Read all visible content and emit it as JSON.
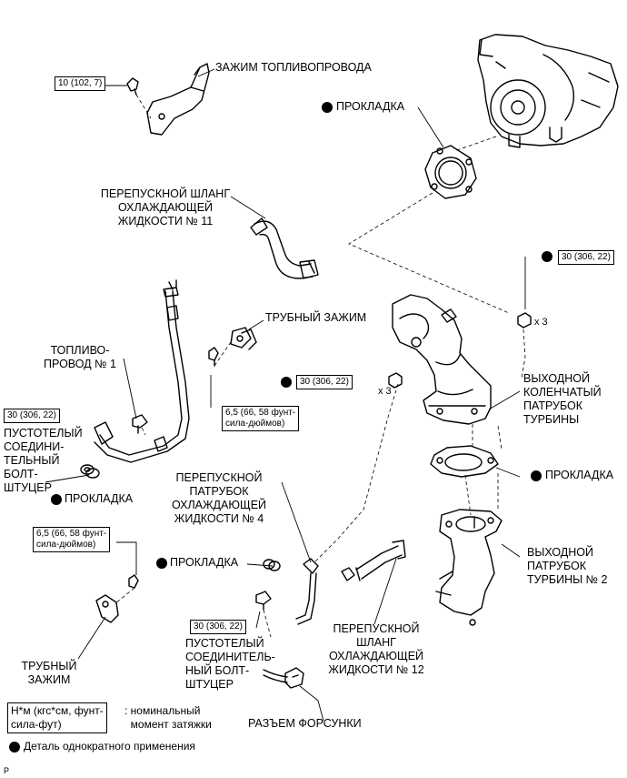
{
  "labels": {
    "fuel_line_clamp": "ЗАЖИМ ТОПЛИВОПРОВОДА",
    "gasket_top": "ПРОКЛАДКА",
    "bypass_hose_11": "ПЕРЕПУСКНОЙ ШЛАНГ\nОХЛАЖДАЮЩЕЙ\nЖИДКОСТИ № 11",
    "pipe_clamp_top": "ТРУБНЫЙ ЗАЖИМ",
    "fuel_pipe_1": "ТОПЛИВО-\nПРОВОД № 1",
    "union_bolt_left": "ПУСТОТЕЛЫЙ\nСОЕДИНИ-\nТЕЛЬНЫЙ\nБОЛТ-\nШТУЦЕР",
    "gasket_left": "ПРОКЛАДКА",
    "turbine_outlet_elbow": "ВЫХОДНОЙ\nКОЛЕНЧАТЫЙ\nПАТРУБОК\nТУРБИНЫ",
    "gasket_right": "ПРОКЛАДКА",
    "bypass_pipe_4": "ПЕРЕПУСКНОЙ\nПАТРУБОК\nОХЛАЖДАЮЩЕЙ\nЖИДКОСТИ № 4",
    "gasket_mid": "ПРОКЛАДКА",
    "turbine_outlet_pipe_2": "ВЫХОДНОЙ\nПАТРУБОК\nТУРБИНЫ № 2",
    "pipe_clamp_bottom": "ТРУБНЫЙ\nЗАЖИМ",
    "union_bolt_bottom": "ПУСТОТЕЛЫЙ\nСОЕДИНИТЕЛЬ-\nНЫЙ БОЛТ-\nШТУЦЕР",
    "bypass_hose_12": "ПЕРЕПУСКНОЙ\nШЛАНГ\nОХЛАЖДАЮЩЕЙ\nЖИДКОСТИ № 12",
    "injector_connector": "РАЗЪЕМ ФОРСУНКИ"
  },
  "torques": {
    "clamp_bolt": "10 (102, 7)",
    "right_nut": "30 (306, 22)",
    "mid_nut": "30 (306, 22)",
    "left_union": "30 (306, 22)",
    "pipe_clamp_bolt": "6,5 (66, 58 фунт-\nсила-дюймов)",
    "left_clamp_bolt": "6,5 (66, 58 фунт-\nсила-дюймов)",
    "bottom_union": "30 (306, 22)"
  },
  "quantities": {
    "right_nuts": "x 3",
    "mid_nuts": "x 3"
  },
  "legend": {
    "torque_units": "Н*м (кгс*см, фунт-\nсила-фут)",
    "torque_desc": ": номинальный\n  момент затяжки",
    "non_reusable": "Деталь однократного применения"
  },
  "corner_mark": "P"
}
